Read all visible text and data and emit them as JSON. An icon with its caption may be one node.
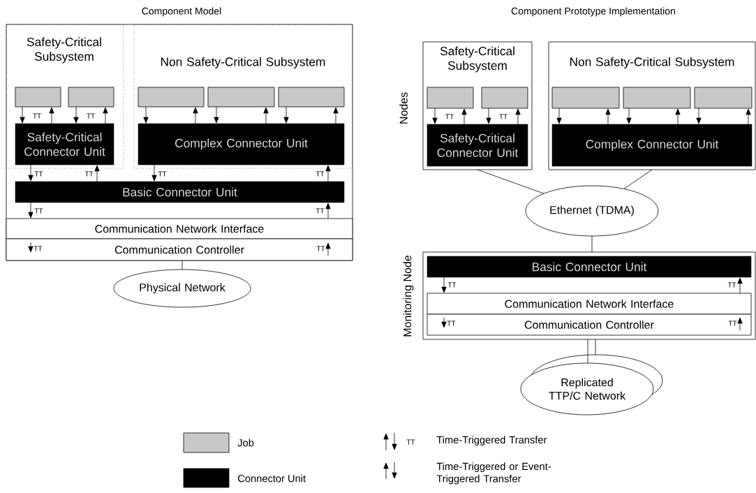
{
  "diagram": {
    "nodes": [
      {
        "text": [],
        "shape": "box"
      },
      {
        "text": [
          "Safety-Critical Subsystem"
        ],
        "in": 0
      },
      {
        "text": [
          "Non Safety-Critical Subsystem"
        ],
        "in": 0
      },
      {
        "text": [],
        "shape": "box",
        "in": 1
      },
      {
        "text": [],
        "shape": "box",
        "in": 1
      },
      {
        "text": [
          "Safety-Critical Connector Unit"
        ],
        "in": 1
      },
      {
        "text": [],
        "shape": "box",
        "in": 2
      },
      {
        "text": [],
        "shape": "box",
        "in": 2
      },
      {
        "text": [],
        "shape": "box",
        "in": 2
      },
      {
        "text": [
          "Complex Connector Unit"
        ],
        "in": 2
      },
      {
        "text": [
          "Basic Connector Unit"
        ],
        "in": 0
      },
      {
        "text": [
          "Communication Network Interface"
        ],
        "in": 0
      },
      {
        "text": [
          "Communication Controller"
        ],
        "in": 0
      },
      {
        "text": [
          "Physical Network"
        ]
      },
      {
        "text": [
          "Safety-Critical Subsystem"
        ]
      },
      {
        "text": [
          "Non Safety-Critical Subsystem"
        ]
      },
      {
        "text": [],
        "shape": "box",
        "in": 14
      },
      {
        "text": [],
        "shape": "box",
        "in": 14
      },
      {
        "text": [
          "Safety-Critical Connector Unit"
        ],
        "in": 14
      },
      {
        "text": [],
        "shape": "box",
        "in": 15
      },
      {
        "text": [],
        "shape": "box",
        "in": 15
      },
      {
        "text": [],
        "shape": "box",
        "in": 15
      },
      {
        "text": [
          "Complex Connector Unit"
        ],
        "in": 15
      },
      {
        "text": [
          "Ethernet (TDMA)"
        ]
      },
      {
        "text": [
          "Monitoring Node"
        ]
      },
      {
        "text": [
          "Basic Connector Unit"
        ],
        "in": 24
      },
      {
        "text": [
          "Communication Network Interface"
        ],
        "in": 24
      },
      {
        "text": [
          "Communication Controller"
        ],
        "in": 24
      },
      {
        "text": [
          "Replicated TTP/C Network"
        ]
      }
    ],
    "edges": [
      {
        "from": 3,
        "to": 5,
        "arrow": "to",
        "label": "TT"
      },
      {
        "from": 5,
        "to": 3,
        "arrow": "to"
      },
      {
        "from": 4,
        "to": 5,
        "arrow": "to",
        "label": "TT"
      },
      {
        "from": 5,
        "to": 4,
        "arrow": "to"
      },
      {
        "from": 6,
        "to": 9,
        "arrow": "to"
      },
      {
        "from": 9,
        "to": 6,
        "arrow": "to"
      },
      {
        "from": 7,
        "to": 9,
        "arrow": "to"
      },
      {
        "from": 9,
        "to": 7,
        "arrow": "to"
      },
      {
        "from": 8,
        "to": 9,
        "arrow": "to"
      },
      {
        "from": 9,
        "to": 8,
        "arrow": "to"
      },
      {
        "from": 5,
        "to": 10,
        "arrow": "to",
        "label": "TT"
      },
      {
        "from": 10,
        "to": 5,
        "arrow": "to",
        "label": "TT"
      },
      {
        "from": 9,
        "to": 10,
        "arrow": "to",
        "label": "TT"
      },
      {
        "from": 10,
        "to": 9,
        "arrow": "to",
        "label": "TT"
      },
      {
        "from": 10,
        "to": 11,
        "arrow": "to",
        "label": "TT"
      },
      {
        "from": 11,
        "to": 10,
        "arrow": "to",
        "label": "TT"
      },
      {
        "from": 12,
        "to": 13,
        "arrow": "none"
      },
      {
        "from": 16,
        "to": 18,
        "arrow": "to",
        "label": "TT"
      },
      {
        "from": 18,
        "to": 16,
        "arrow": "to"
      },
      {
        "from": 17,
        "to": 18,
        "arrow": "to",
        "label": "TT"
      },
      {
        "from": 18,
        "to": 17,
        "arrow": "to"
      },
      {
        "from": 19,
        "to": 22,
        "arrow": "to"
      },
      {
        "from": 22,
        "to": 19,
        "arrow": "to"
      },
      {
        "from": 20,
        "to": 22,
        "arrow": "to"
      },
      {
        "from": 22,
        "to": 20,
        "arrow": "to"
      },
      {
        "from": 21,
        "to": 22,
        "arrow": "to"
      },
      {
        "from": 22,
        "to": 21,
        "arrow": "to"
      },
      {
        "from": 14,
        "to": 23,
        "arrow": "none"
      },
      {
        "from": 15,
        "to": 23,
        "arrow": "none"
      },
      {
        "from": 23,
        "to": 24,
        "arrow": "none"
      },
      {
        "from": 25,
        "to": 26,
        "arrow": "to",
        "label": "TT"
      },
      {
        "from": 26,
        "to": 25,
        "arrow": "to",
        "label": "TT"
      },
      {
        "from": 24,
        "to": 28,
        "arrow": "none"
      },
      {
        "from": 24,
        "to": 28,
        "arrow": "none"
      }
    ],
    "labels": [
      "Component Model",
      "Component Prototype Implementation",
      "Nodes",
      "TT",
      "TT",
      "TT",
      "TT",
      "TT"
    ],
    "legend": [
      {
        "text": "Job",
        "color": "#c8c8c8"
      },
      {
        "text": "Connector Unit",
        "color": "#000000"
      },
      {
        "text": "Time-Triggered Transfer"
      },
      {
        "text": "Time-Triggered or Event-Triggered Transfer"
      }
    ]
  }
}
